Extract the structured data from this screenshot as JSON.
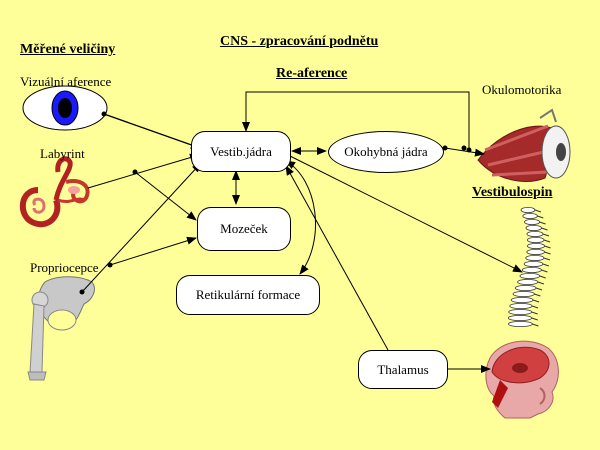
{
  "title": "CNS - zpracování podnětu",
  "header_left": "Měřené veličiny",
  "reaference": "Re-aference",
  "inputs": {
    "visual": "Vizuální aference",
    "labyrinth": "Labyrint",
    "proprioception": "Propriocepce"
  },
  "outputs": {
    "oculomotor": "Okulomotorika",
    "vestibulospinal": "Vestibulospin"
  },
  "nodes": {
    "vestib": "Vestib.jádra",
    "okohybna": "Okohybná jádra",
    "mozecek": "Mozeček",
    "retikularni": "Retikulární formace",
    "thalamus": "Thalamus"
  },
  "colors": {
    "background": "#ffff99",
    "node_fill": "#ffffff",
    "line": "#000000"
  },
  "icons": [
    "eye-icon",
    "labyrinth-icon",
    "hip-bone-icon",
    "eye-muscle-icon",
    "spine-icon",
    "head-brain-icon"
  ]
}
